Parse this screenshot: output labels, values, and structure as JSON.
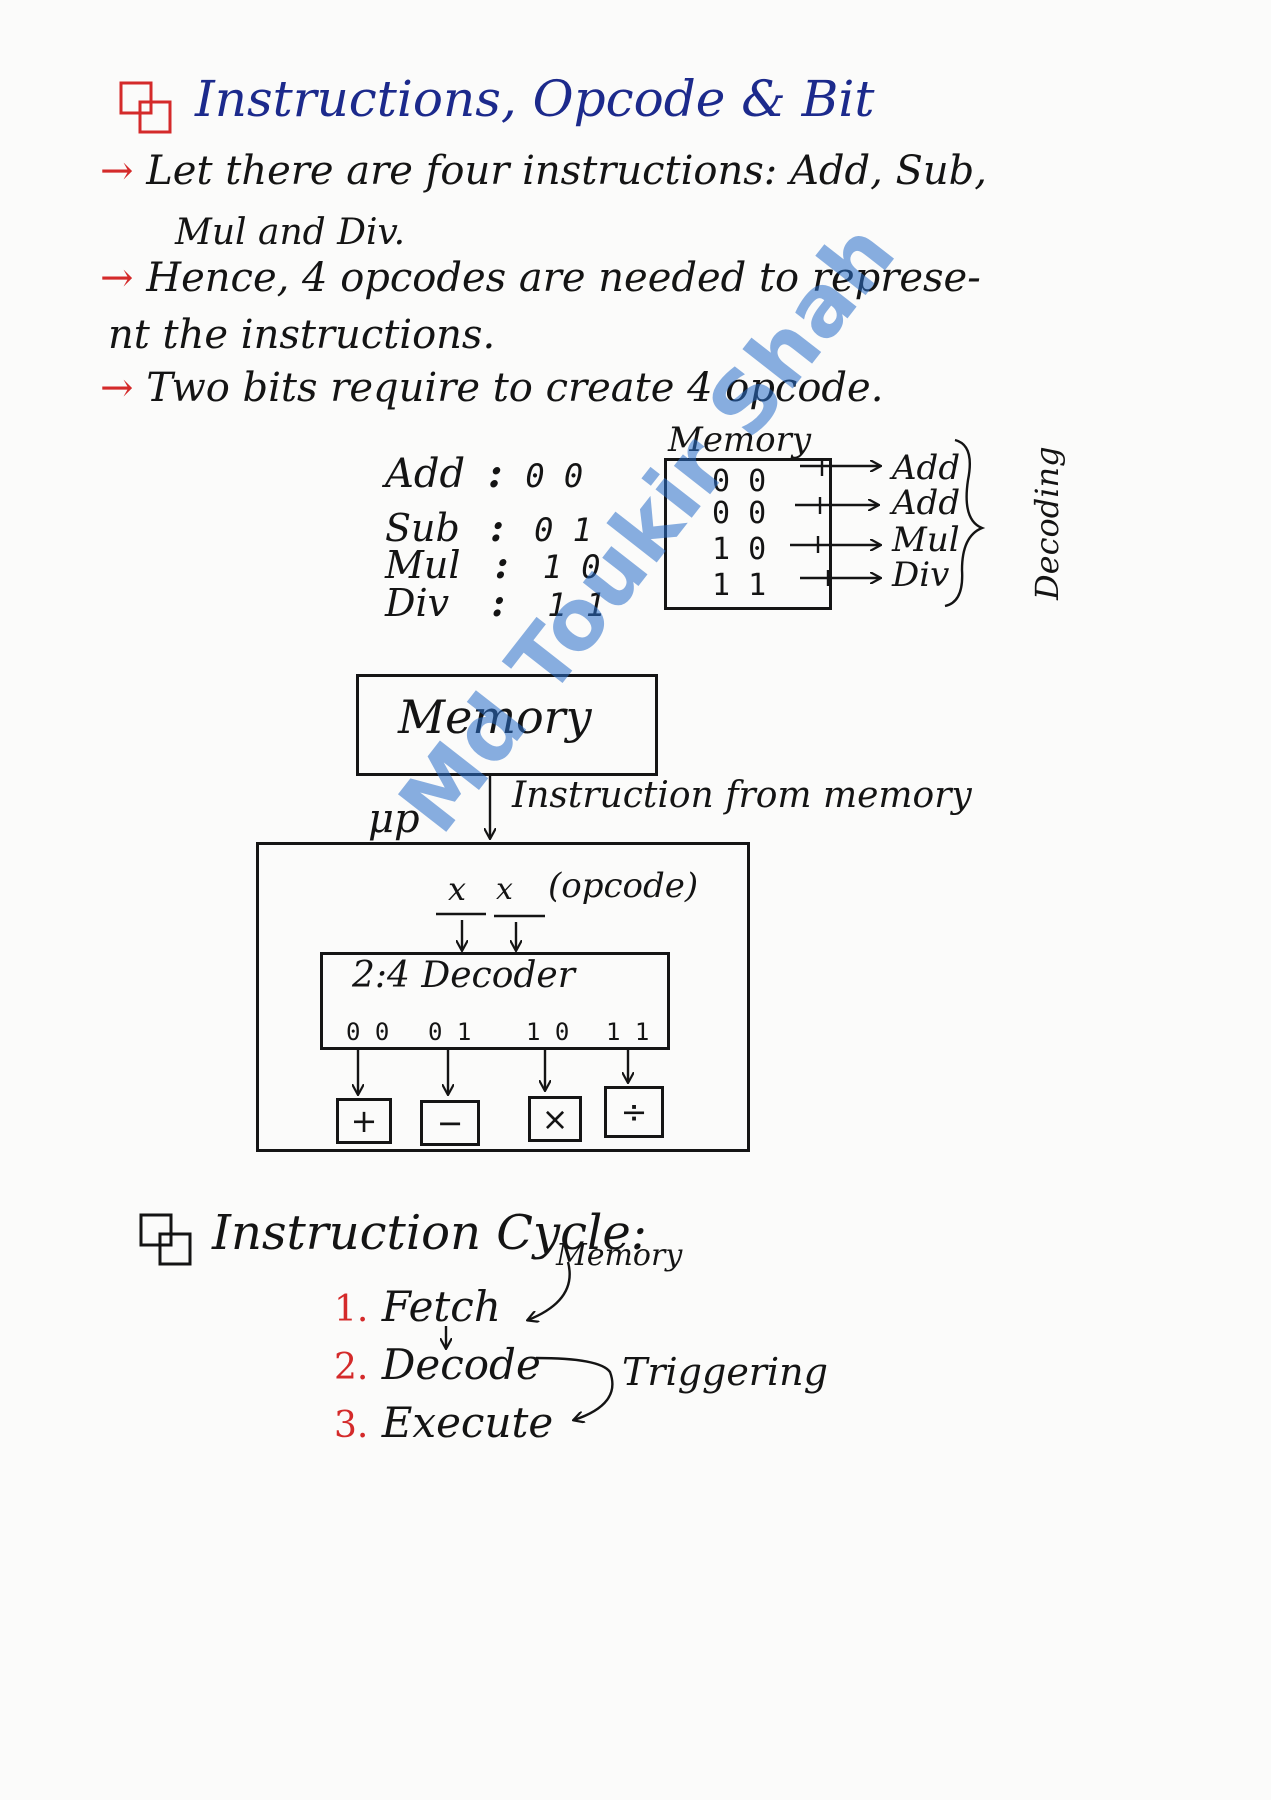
{
  "section1": {
    "title": "Instructions, Opcode & Bit",
    "bullets": [
      {
        "line1": "Let there are four instructions: Add, Sub,",
        "line2": "Mul and Div."
      },
      {
        "line1": "Hence, 4 opcodes are needed to represe-",
        "line2": "nt the instructions."
      },
      {
        "line1": "Two bits require to create 4 opcode.",
        "line2": ""
      }
    ],
    "arrow_glyph": "→"
  },
  "opcode_table": [
    {
      "name": "Add",
      "sep": ":",
      "code": "0 0"
    },
    {
      "name": "Sub",
      "sep": ":",
      "code": "0 1"
    },
    {
      "name": "Mul",
      "sep": ":",
      "code": "1 0"
    },
    {
      "name": "Div",
      "sep": ":",
      "code": "1 1"
    }
  ],
  "memory_map": {
    "label": "Memory",
    "codes": [
      "0 0",
      "0 0",
      "1 0",
      "1 1"
    ],
    "targets": [
      "Add",
      "Add",
      "Mul",
      "Div"
    ],
    "brace_label": "Decoding"
  },
  "processor_diagram": {
    "memory_label": "Memory",
    "up_label": "μp",
    "fetch_label": "Instruction from memory",
    "opcode_bits": [
      "x",
      "x"
    ],
    "opcode_label": "(opcode)",
    "decoder_label": "2:4 Decoder",
    "decoder_outputs": [
      "0 0",
      "0 1",
      "1 0",
      "1 1"
    ],
    "operations": [
      "+",
      "−",
      "×",
      "÷"
    ]
  },
  "section2": {
    "title": "Instruction Cycle:",
    "steps": [
      {
        "num": "1.",
        "label": "Fetch"
      },
      {
        "num": "2.",
        "label": "Decode"
      },
      {
        "num": "3.",
        "label": "Execute"
      }
    ],
    "memory_note": "Memory",
    "trigger_note": "Triggering"
  },
  "watermark": "Md Toukir Shah",
  "colors": {
    "ink": "#141414",
    "accent_red": "#d42a2a",
    "watermark_blue": "#286ec8"
  }
}
